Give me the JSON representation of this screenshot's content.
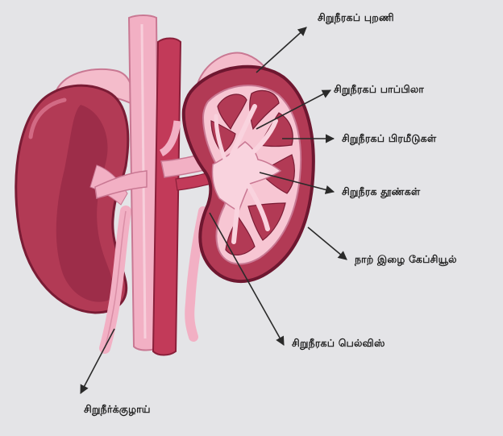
{
  "labels": {
    "renal_cortex": "சிறுநீரகப் புறணி",
    "renal_papilla": "சிறுநீரகப் பாப்பிலா",
    "renal_pyramids": "சிறுநீரகப் பிரமீடுகள்",
    "renal_columns": "சிறுநீரக தூண்கள்",
    "fibrous_capsule": "நாற் இழை கேப்சியூல்",
    "renal_pelvis": "சிறுநீரகப் பெல்விஸ்",
    "ureter": "சிறுநீர்க்குழாய்"
  },
  "colors": {
    "background": "#e4e4e7",
    "kidney": "#b23a55",
    "kidney_dark": "#8d2340",
    "vessel_pale": "#f2b0c4",
    "artery": "#c23a59",
    "annotation": "#2a2a2a"
  }
}
